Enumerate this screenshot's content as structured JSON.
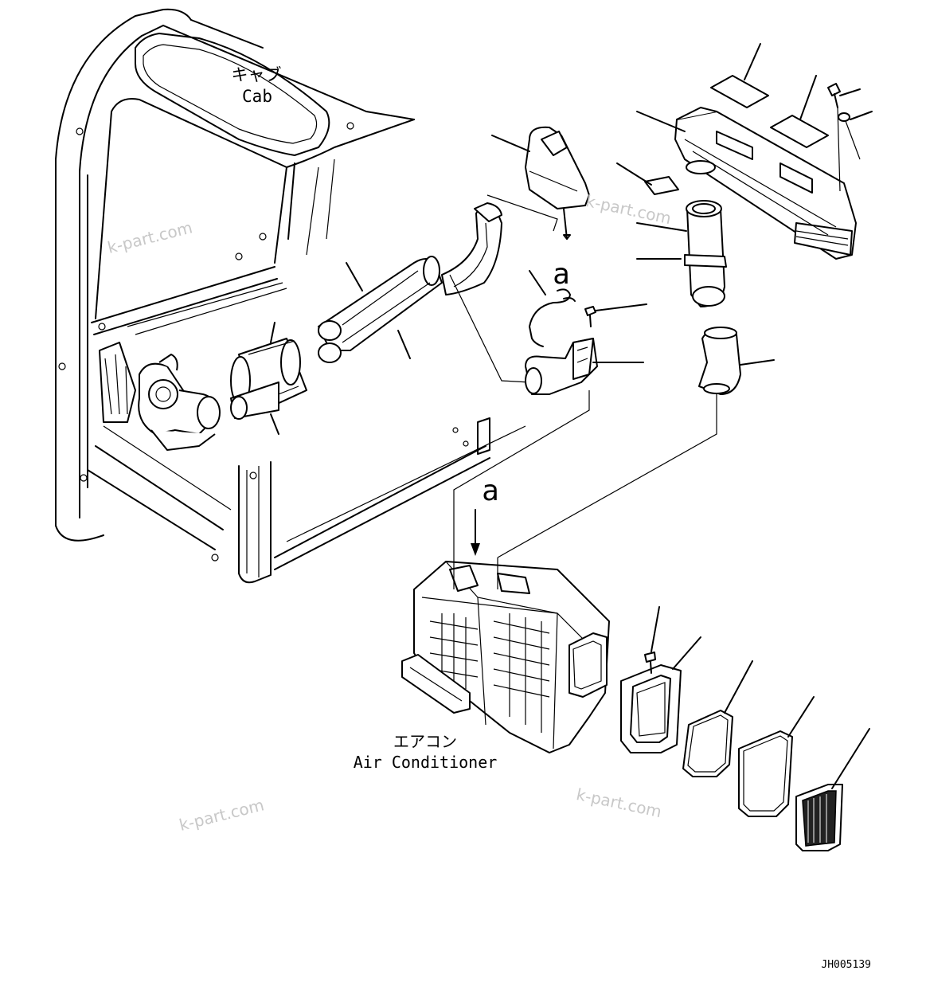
{
  "labels": {
    "cab_jp": "キャブ",
    "cab_en": "Cab",
    "ac_jp": "エアコン",
    "ac_en": "Air Conditioner",
    "ref_a_upper": "a",
    "ref_a_lower": "a",
    "drawing_no": "JH005139"
  },
  "watermarks": [
    "k-part.com",
    "k-part.com",
    "k-part.com",
    "k-part.com"
  ],
  "colors": {
    "line": "#000000",
    "watermark": "#c8c8c8",
    "background": "#ffffff"
  }
}
